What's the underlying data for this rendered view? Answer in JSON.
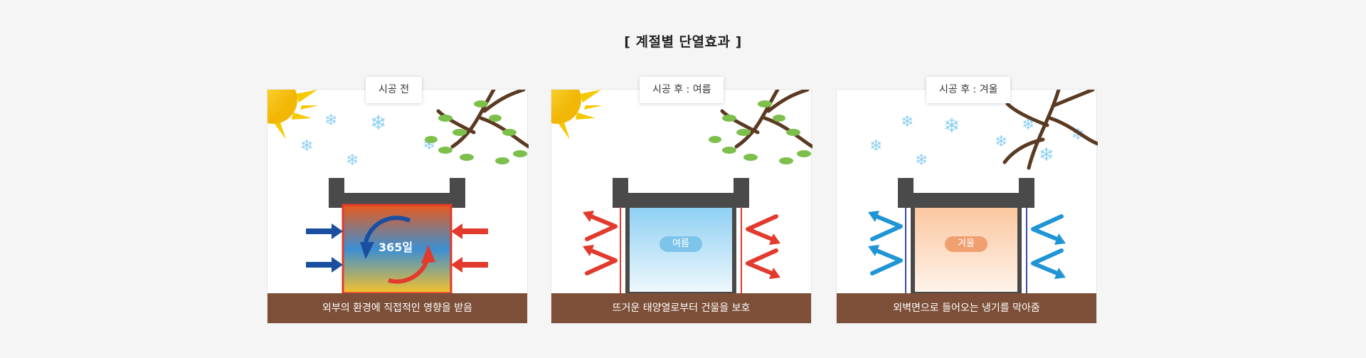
{
  "title": "[ 계절별 단열효과 ]",
  "panels": [
    {
      "tab": "시공 전",
      "badge": "365일",
      "caption": "외부의 환경에 직접적인 영향을 받음"
    },
    {
      "tab": "시공 후 : 여름",
      "badge": "여름",
      "caption": "뜨거운 태양열로부터 건물을 보호"
    },
    {
      "tab": "시공 후 : 겨울",
      "badge": "겨울",
      "caption": "외벽면으로 들어오는 냉기를 막아줌"
    }
  ],
  "colors": {
    "frame": "#4a4a4a",
    "caption_bg": "#7d4f38",
    "hot_arrow": "#e23a2c",
    "cold_arrow": "#1f95d6",
    "summer_badge": "#7ec4ea",
    "winter_badge": "#f0a070"
  }
}
